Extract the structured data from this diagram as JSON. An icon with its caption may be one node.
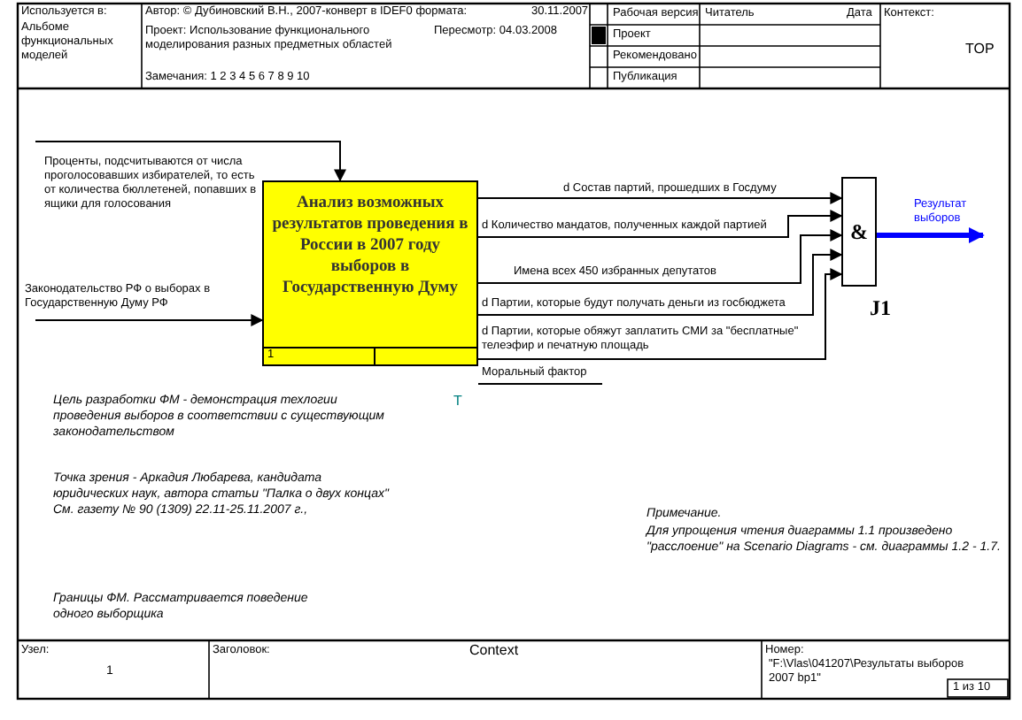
{
  "diagram": {
    "nodes": [
      {
        "text": [
          "Анализ возможных результатов проведения в России в 2007 году выборов в Государственную Думу",
          "1"
        ]
      },
      {
        "text": [
          "&"
        ],
        "beside": [
          "J1"
        ]
      }
    ],
    "edges": [
      {
        "from": null,
        "to": 0,
        "arrow": "to",
        "label": "Проценты, подсчитываются от числа проголосовавших избирателей, то есть от количества бюллетеней, попавших в ящики для голосования"
      },
      {
        "from": null,
        "to": 0,
        "arrow": "to",
        "label": "Законодательство РФ о выборах в Государственную Думу РФ"
      },
      {
        "from": 0,
        "to": 1,
        "arrow": "to",
        "label": "d Состав партий, прошедших в Госдуму"
      },
      {
        "from": 0,
        "to": 1,
        "arrow": "to",
        "label": "d Количество мандатов, полученных каждой партией"
      },
      {
        "from": 0,
        "to": 1,
        "arrow": "to",
        "label": "Имена всех 450 избранных депутатов"
      },
      {
        "from": 0,
        "to": 1,
        "arrow": "to",
        "label": "d Партии, которые будут получать деньги из госбюджета"
      },
      {
        "from": 0,
        "to": 1,
        "arrow": "to",
        "label": "d Партии, которые обяжут заплатить СМИ за \"бесплатные\" телеэфир и печатную площадь"
      },
      {
        "from": 0,
        "to": null,
        "arrow": "none",
        "label": "Моральный фактор"
      },
      {
        "from": 1,
        "to": null,
        "arrow": "to",
        "label": "Результат выборов",
        "style": "thick",
        "color": "#0000ff"
      }
    ],
    "labels": [
      "Используется в:",
      "Альбоме функциональных моделей",
      "Автор: © Дубиновский В.Н., 2007-конверт в IDEF0 формата:",
      "30.11.2007",
      "Проект: Использование функционального моделирования разных предметных областей",
      "Пересмотр: 04.03.2008",
      "Замечания: 1 2 3 4 5 6 7 8 9 10",
      "Рабочая версия",
      "Читатель",
      "Дата",
      "Контекст:",
      "Проект",
      "Рекомендовано",
      "Публикация",
      "TOP",
      "T",
      "Цель разработки ФМ - демонстрация техлогии проведения выборов в соответствии с существующим законодательством",
      "Точка зрения - Аркадия Любарева, кандидата юридических наук, автора статьи \"Палка о двух концах\" См. газету № 90 (1309) 22.11-25.11.2007 г.,",
      "Границы ФМ. Рассматривается поведение одного выборщика",
      "Примечание.",
      "Для упрощения чтения диаграммы 1.1 произведено \"расслоение\" на Scenario Diagrams - см. диаграммы 1.2 - 1.7.",
      "Узел:",
      "1",
      "Заголовок:",
      "Context",
      "Номер:",
      "\"F:\\Vlas\\041207\\Результаты выборов 2007 bp1\"",
      "1 из 10"
    ]
  }
}
